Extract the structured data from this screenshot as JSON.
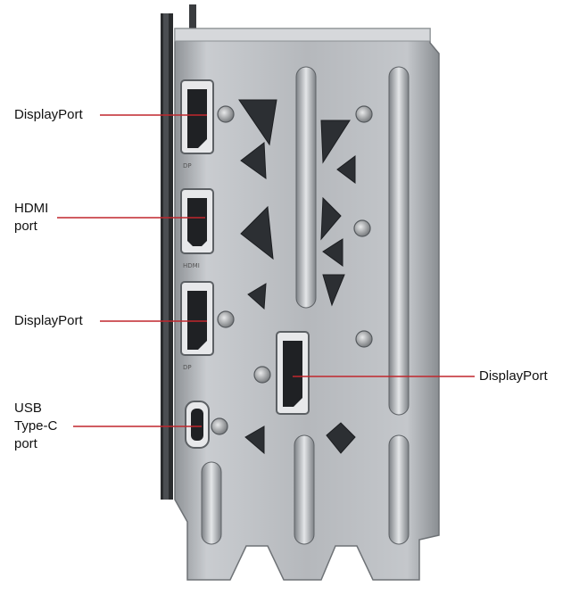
{
  "labels": {
    "dp1": "DisplayPort",
    "hdmi_line1": "HDMI",
    "hdmi_line2": "port",
    "dp2": "DisplayPort",
    "dp3": "DisplayPort",
    "usbc_line1": "USB",
    "usbc_line2": "Type-C",
    "usbc_line3": "port"
  },
  "colors": {
    "leader_line": "#c0272d",
    "bracket_metal": "#b9bcc0",
    "background": "#ffffff"
  }
}
